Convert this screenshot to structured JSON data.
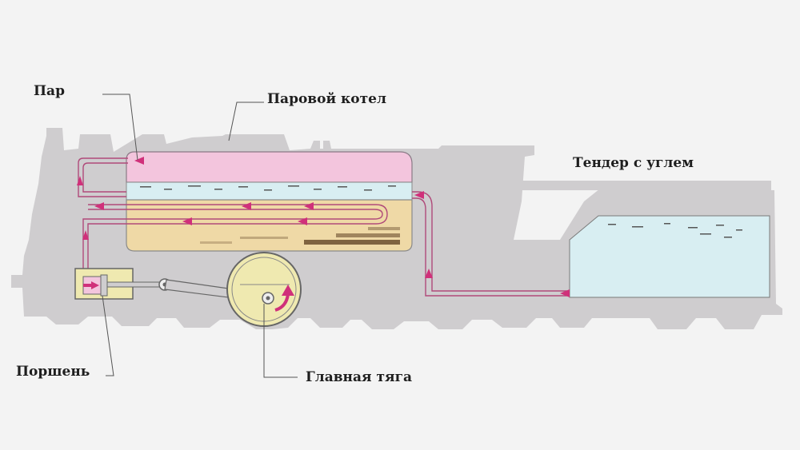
{
  "labels": {
    "steam": "Пар",
    "boiler": "Паровой котел",
    "tender": "Тендер с углем",
    "piston": "Поршень",
    "main_rod": "Главная тяга"
  },
  "colors": {
    "background": "#f3f3f3",
    "body": "#cfcdcf",
    "steam": "#f3c5dd",
    "water": "#d8eef2",
    "fire": "#efd9a6",
    "pipe_outline": "#b04a7a",
    "arrow": "#d0307a",
    "line": "#555555"
  }
}
